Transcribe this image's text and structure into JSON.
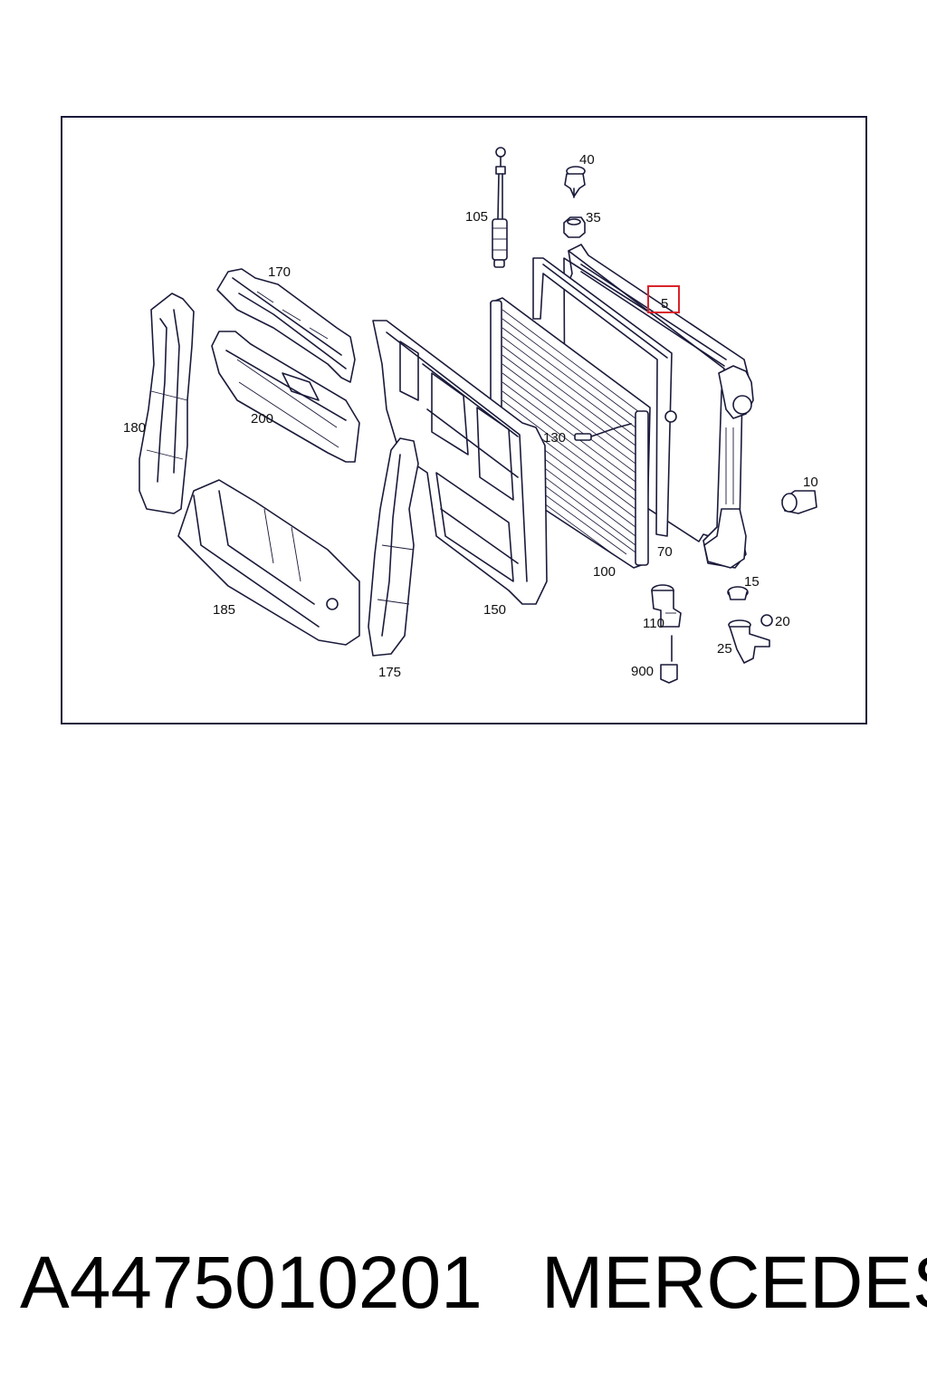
{
  "diagram": {
    "highlight_color": "#d9242b",
    "line_color": "#1a1a3a",
    "callouts": {
      "p5": "5",
      "p10": "10",
      "p15": "15",
      "p20": "20",
      "p25": "25",
      "p35": "35",
      "p40": "40",
      "p70": "70",
      "p100": "100",
      "p105": "105",
      "p110": "110",
      "p130": "130",
      "p150": "150",
      "p170": "170",
      "p175": "175",
      "p180": "180",
      "p185": "185",
      "p200": "200",
      "p900": "900"
    }
  },
  "footer": {
    "part_number": "A4475010201",
    "brand": "MERCEDES"
  }
}
